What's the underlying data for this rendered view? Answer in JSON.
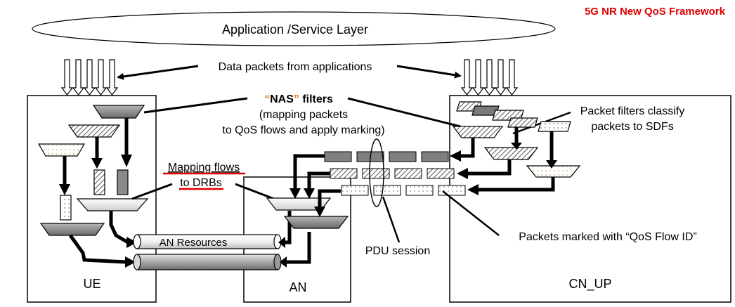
{
  "header": {
    "title": "5G NR New QoS Framework",
    "title_color": "#e00000"
  },
  "application_layer": {
    "label": "Application /Service Layer"
  },
  "labels": {
    "data_packets": "Data packets from applications",
    "nas_filters_quote": "“NAS” filters",
    "nas_filters_line1": "(mapping packets",
    "nas_filters_line2": "to QoS flows and apply marking)",
    "packet_filters_line1": "Packet filters classify",
    "packet_filters_line2": "packets to SDFs",
    "mapping_flows_line1": "Mapping flows",
    "mapping_flows_line2": "to DRBs",
    "an_resources": "AN Resources",
    "pdu_session": "PDU session",
    "packets_marked": "Packets marked with “QoS Flow ID”"
  },
  "nodes": {
    "ue": "UE",
    "an": "AN",
    "cn_up": "CN_UP"
  },
  "colors": {
    "accent_red": "#e00000",
    "quote_orange": "#e07b00",
    "dark_gray": "#7a7a7a"
  }
}
